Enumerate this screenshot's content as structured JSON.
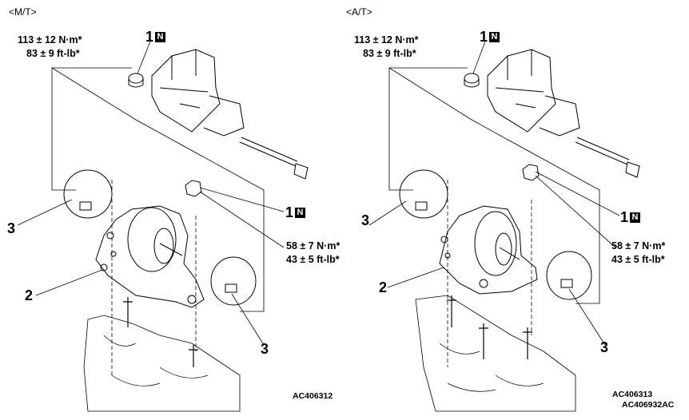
{
  "diagram": {
    "left": {
      "header": "<M/T>",
      "torque_top": [
        "113 ± 12 N·m*",
        "83 ± 9 ft-lb*"
      ],
      "torque_mid": [
        "58 ± 7 N·m*",
        "43 ± 5 ft-lb*"
      ],
      "callout_1_top": "1",
      "callout_1_mid": "1",
      "n_badge": "N",
      "callout_2": "2",
      "callout_3_left": "3",
      "callout_3_right": "3",
      "code": "AC406312"
    },
    "right": {
      "header": "<A/T>",
      "torque_top": [
        "113 ± 12 N·m*",
        "83 ± 9 ft-lb*"
      ],
      "torque_mid": [
        "58 ± 7 N·m*",
        "43 ± 5 ft-lb*"
      ],
      "callout_1_top": "1",
      "callout_1_mid": "1",
      "n_badge": "N",
      "callout_2": "2",
      "callout_3_left": "3",
      "callout_3_right": "3",
      "code": "AC406313",
      "code_2": "AC406932AC"
    }
  }
}
